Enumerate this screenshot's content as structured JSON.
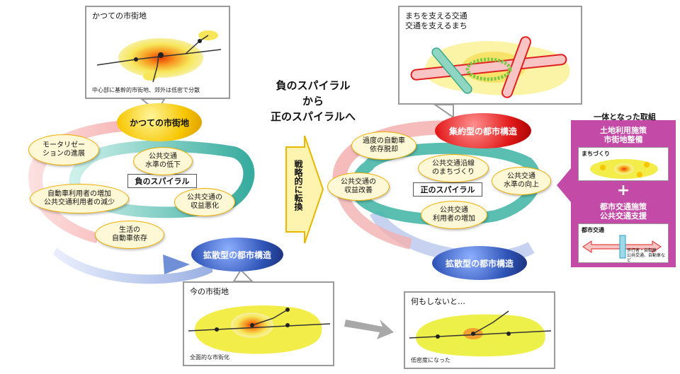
{
  "headline": {
    "line1": "負のスパイラル",
    "line2": "から",
    "line3": "正のスパイラルへ"
  },
  "panels": {
    "past": {
      "title": "かつての市街地",
      "caption": "中心部に基幹的市街地、郊外は低密で分散"
    },
    "compact": {
      "title": "まちを支える交通\n交通を支えるまち"
    },
    "now": {
      "title": "今の市街地",
      "caption": "全面的な市街化"
    },
    "future": {
      "title": "何もしないと…",
      "caption": "低密度になった"
    }
  },
  "negative_spiral": {
    "label": "負のスパイラル",
    "top_orb": "かつての市街地",
    "bottom_orb": "拡散型の都市構造",
    "items": [
      "モータリゼー\nションの進展",
      "公共交通\n水準の低下",
      "自動車利用者の増加\n公共交通利用者の減少",
      "公共交通の\n収益悪化",
      "生活の\n自動車依存"
    ]
  },
  "strategy": "戦略的に転換",
  "positive_spiral": {
    "label": "正のスパイラル",
    "top_orb": "集約型の都市構造",
    "bottom_orb": "拡散型の都市構造",
    "items": [
      "過度の自動車\n依存脱却",
      "公共交通沿線\nのまちづくり",
      "公共交通の\n収益改善",
      "公共交通\n水準の向上",
      "公共交通\n利用者の増加"
    ]
  },
  "side_panel": {
    "title": "一体となった取組",
    "block1": "土地利用施策\n市街地整備",
    "mini1": "まちづくり",
    "plus": "+",
    "block2": "都市交通施策\n公共交通支援",
    "mini2": "都市交通",
    "mini2_note": "歩行者・自転車\n公共交通、自動車など"
  },
  "colors": {
    "gold": "#f5c400",
    "red_orb": "#e02020",
    "blue_orb": "#3050a8",
    "teal": "#2aa79b",
    "pink": "#f3a9a9",
    "magenta": "#c44aa7"
  }
}
